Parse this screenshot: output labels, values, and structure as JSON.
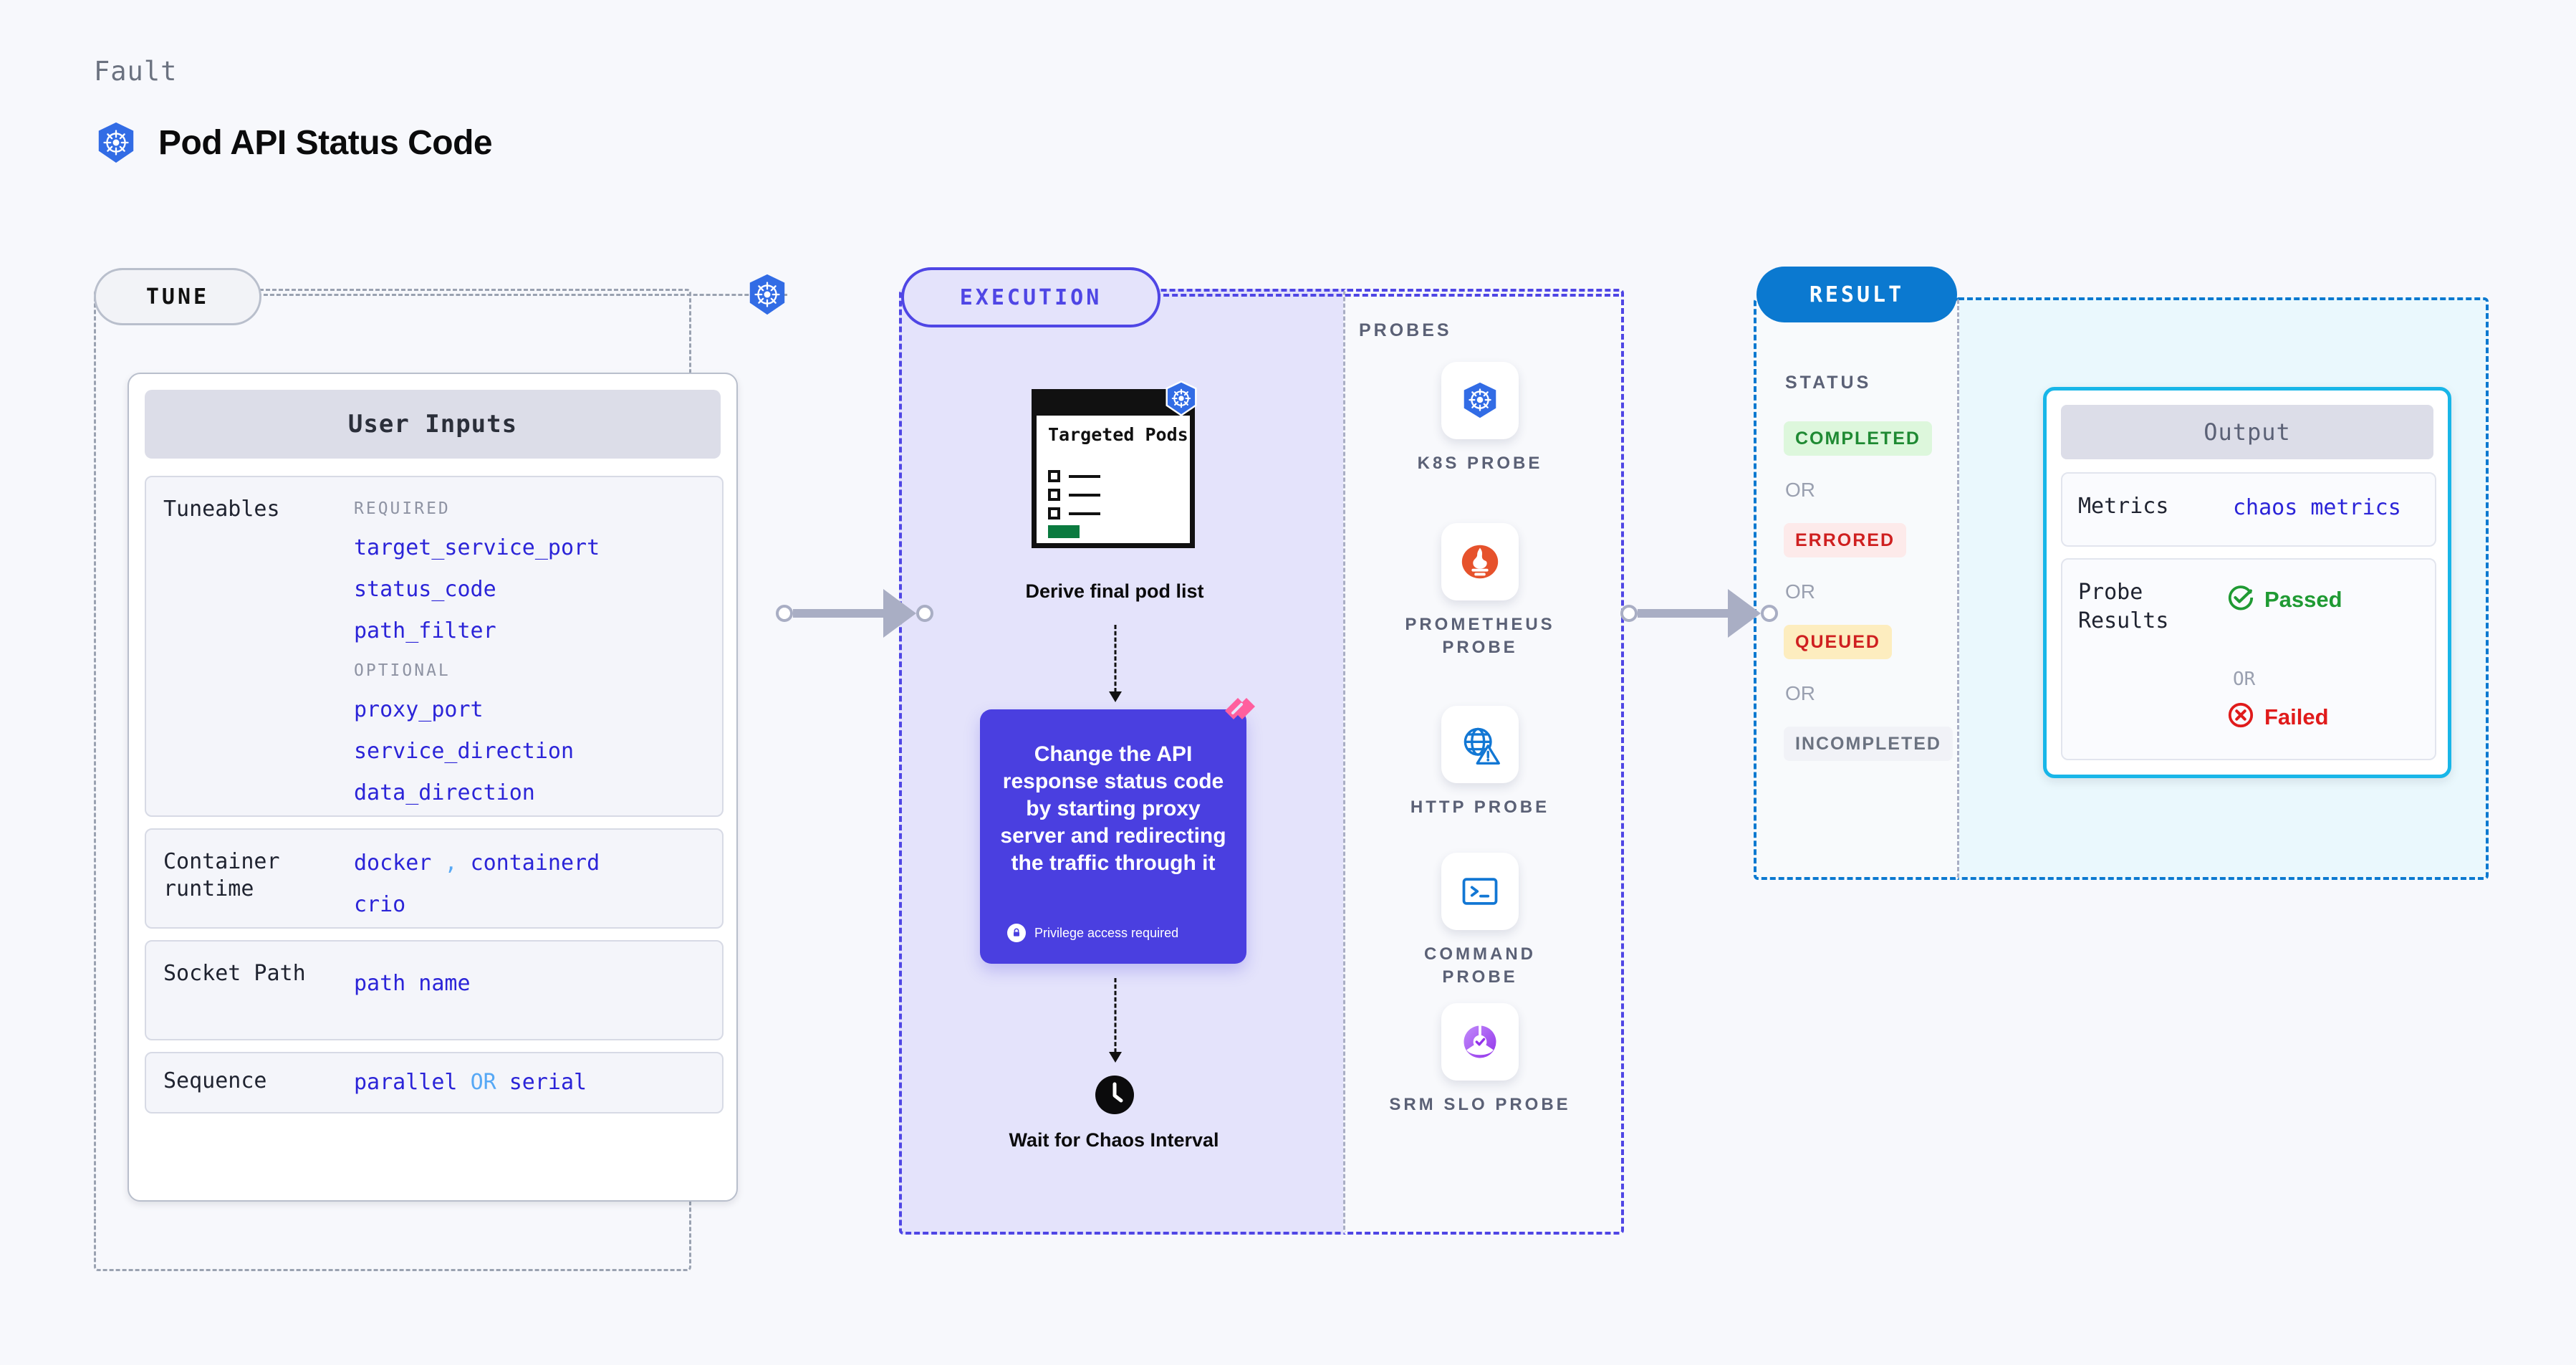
{
  "header": {
    "eyebrow": "Fault",
    "title": "Pod API Status Code",
    "icon": "kubernetes-icon"
  },
  "tune": {
    "tag": "TUNE",
    "badge_icon": "kubernetes-icon",
    "card": {
      "title": "User Inputs",
      "rows": [
        {
          "label": "Tuneables",
          "groups": [
            {
              "heading": "REQUIRED",
              "values": [
                "target_service_port",
                "status_code",
                "path_filter"
              ]
            },
            {
              "heading": "OPTIONAL",
              "values": [
                "proxy_port",
                "service_direction",
                "data_direction"
              ]
            }
          ]
        },
        {
          "label": "Container\nruntime",
          "values": [
            "docker",
            "containerd",
            "crio"
          ],
          "separator": ","
        },
        {
          "label": "Socket Path",
          "values": [
            "path name"
          ]
        },
        {
          "label": "Sequence",
          "values": [
            "parallel",
            "serial"
          ],
          "separator": "OR"
        }
      ]
    }
  },
  "execution": {
    "tag": "EXECUTION",
    "pods_node": {
      "title": "Targeted\nPods",
      "caption": "Derive final pod list",
      "badge_icon": "kubernetes-icon"
    },
    "action": {
      "text": "Change the API response status code by starting proxy server and redirecting the traffic through it",
      "privilege_note": "Privilege access required",
      "privilege_icon": "lock-icon",
      "badge_icon": "harness-icon",
      "color": "#4a3fe0"
    },
    "wait": {
      "icon": "clock-icon",
      "caption": "Wait for Chaos Interval"
    }
  },
  "probes": {
    "title": "PROBES",
    "items": [
      {
        "label": "K8S PROBE",
        "icon": "kubernetes-icon"
      },
      {
        "label": "PROMETHEUS PROBE",
        "icon": "prometheus-icon"
      },
      {
        "label": "HTTP PROBE",
        "icon": "http-globe-warning-icon"
      },
      {
        "label": "COMMAND PROBE",
        "icon": "terminal-icon"
      },
      {
        "label": "SRM SLO PROBE",
        "icon": "srm-slo-icon"
      }
    ]
  },
  "result": {
    "tag": "RESULT",
    "status_title": "STATUS",
    "or_text": "OR",
    "statuses": [
      {
        "label": "COMPLETED",
        "color": "#1f8a33",
        "bg": "#ddf7dc"
      },
      {
        "label": "ERRORED",
        "color": "#cf2020",
        "bg": "#fdeaea"
      },
      {
        "label": "QUEUED",
        "color": "#cf2020",
        "bg": "#fdedbf"
      },
      {
        "label": "INCOMPLETED",
        "color": "#6b7280",
        "bg": "#f1f2f7"
      }
    ],
    "output": {
      "title": "Output",
      "metrics_label": "Metrics",
      "metrics_value": "chaos metrics",
      "probe_label": "Probe\nResults",
      "passed_label": "Passed",
      "failed_label": "Failed",
      "or_text": "OR",
      "passed_color": "#1f9a33",
      "failed_color": "#e01b1b",
      "passed_icon": "check-circle-icon",
      "failed_icon": "x-circle-icon"
    }
  }
}
